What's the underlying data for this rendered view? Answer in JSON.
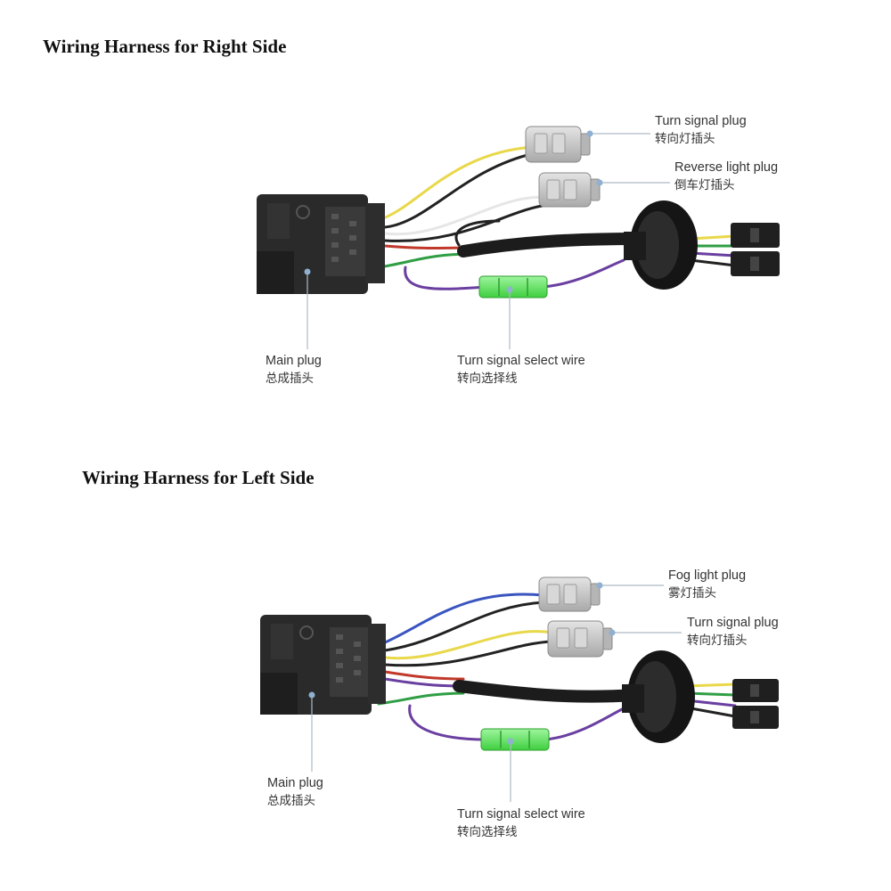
{
  "right_side": {
    "title": "Wiring Harness for Right Side",
    "labels": {
      "turn_signal_plug": {
        "en": "Turn signal plug",
        "zh": "转向灯插头"
      },
      "reverse_light_plug": {
        "en": "Reverse light plug",
        "zh": "倒车灯插头"
      },
      "main_plug": {
        "en": "Main plug",
        "zh": "总成插头"
      },
      "turn_signal_select_wire": {
        "en": "Turn signal select wire",
        "zh": "转向选择线"
      }
    }
  },
  "left_side": {
    "title": "Wiring Harness for Left Side",
    "labels": {
      "fog_light_plug": {
        "en": "Fog light plug",
        "zh": "雾灯插头"
      },
      "turn_signal_plug": {
        "en": "Turn signal plug",
        "zh": "转向灯插头"
      },
      "main_plug": {
        "en": "Main plug",
        "zh": "总成插头"
      },
      "turn_signal_select_wire": {
        "en": "Turn signal select wire",
        "zh": "转向选择线"
      }
    }
  },
  "colors": {
    "connector_black": "#2a2a2a",
    "connector_gray": "#c9c9c9",
    "wire_yellow": "#e8d84a",
    "wire_blue": "#3a55c0",
    "wire_purple": "#6a3fa0",
    "wire_green": "#2f9e44",
    "wire_red": "#c0392b",
    "wire_white": "#f2f2f2",
    "wire_brown": "#8a5a2b",
    "fuse_green": "#6ee06e",
    "leader_line": "#aeb9c4",
    "leader_dot": "#8fb0d0"
  }
}
